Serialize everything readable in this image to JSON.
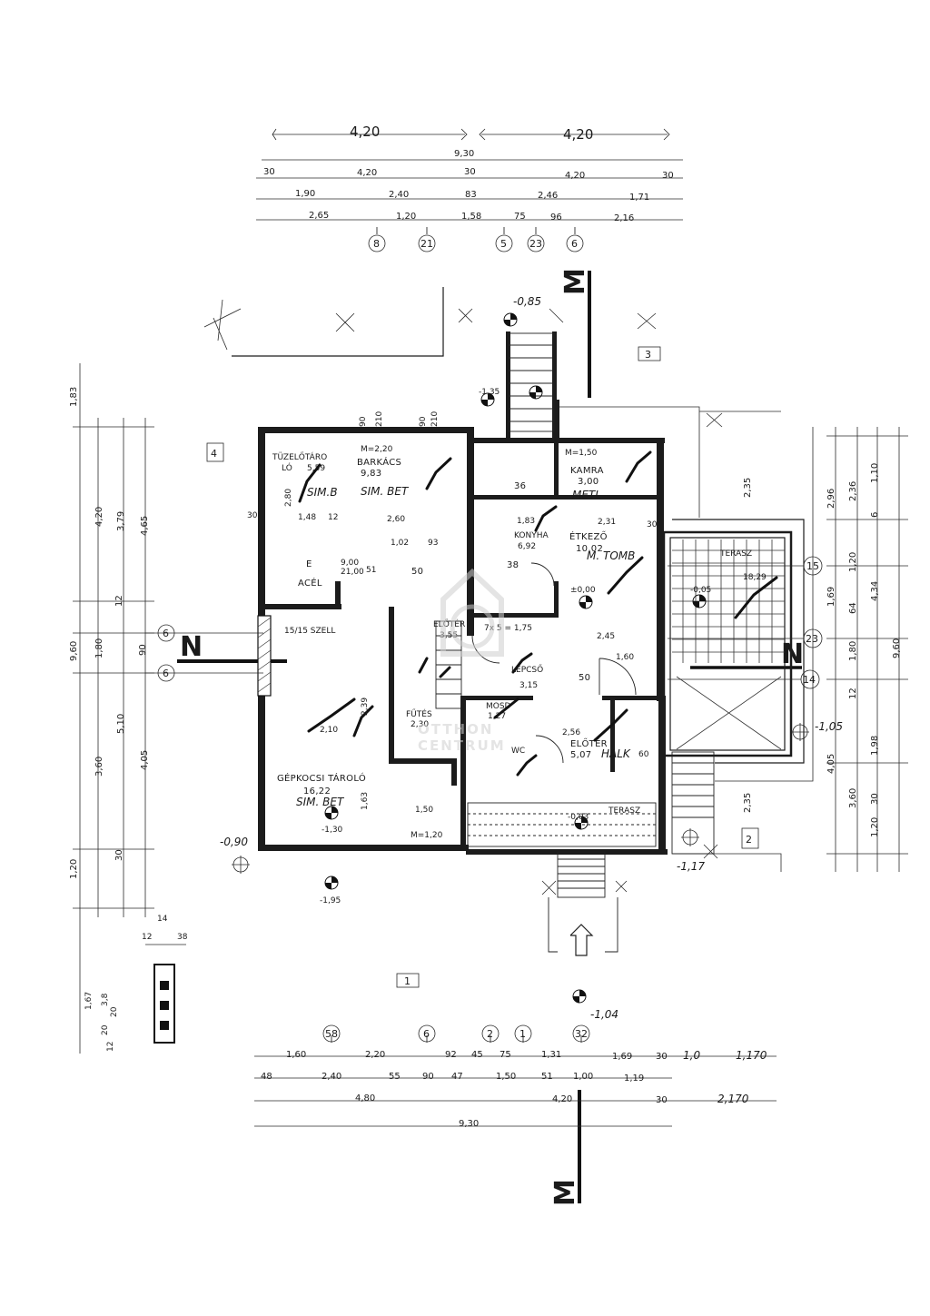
{
  "top_dims": {
    "row0": [
      "4,20",
      "4,20"
    ],
    "row1": [
      "9,30"
    ],
    "row2": [
      "30",
      "4,20",
      "30",
      "4,20",
      "30"
    ],
    "row3": [
      "1,90",
      "2,40",
      "83",
      "2,46",
      "1,71"
    ],
    "row4": [
      "2,65",
      "1,20",
      "1,58",
      "75",
      "96",
      "2,16"
    ],
    "grid": [
      "8",
      "21",
      "5",
      "23",
      "6"
    ]
  },
  "bottom_dims": {
    "grid": [
      "58",
      "6",
      "2",
      "1",
      "32"
    ],
    "row1": [
      "1,60",
      "2,20",
      "92",
      "45",
      "75",
      "1,31",
      "1,69",
      "30",
      "1,0",
      "1,170"
    ],
    "row2": [
      "48",
      "2,40",
      "55",
      "90",
      "47",
      "1,50",
      "51",
      "1,00",
      "1,19"
    ],
    "row3": [
      "4,80",
      "4,20",
      "30",
      "2,170"
    ],
    "row4": [
      "9,30"
    ]
  },
  "left_dims": [
    "1,83",
    "4,20",
    "3,79",
    "4,65",
    "12",
    "9,60",
    "1,80",
    "90",
    "5,10",
    "3,60",
    "4,05",
    "1,20",
    "30"
  ],
  "right_dims": [
    "2,35",
    "2,96",
    "2,36",
    "1,10",
    "6",
    "1,20",
    "1,69",
    "64",
    "4,34",
    "9,60",
    "1,80",
    "12",
    "3,60",
    "4,05",
    "1,98",
    "30",
    "1,20",
    "2,35"
  ],
  "section_labels": [
    "M",
    "M",
    "N",
    "N"
  ],
  "axis_bubbles": [
    "15",
    "23",
    "14",
    "6",
    "6"
  ],
  "frame_tags": [
    "3",
    "4",
    "2",
    "1"
  ],
  "rooms": {
    "tuzelo": [
      "TÜZELŐTÁRO",
      "LÓ",
      "5,59"
    ],
    "barkacs": [
      "M=2,20",
      "BARKÁCS",
      "9,83"
    ],
    "kamra": [
      "M=1,50",
      "KAMRA",
      "3,00"
    ],
    "konyha": [
      "KONYHA",
      "6,92"
    ],
    "etkezo": [
      "ÉTKEZŐ",
      "10,02"
    ],
    "terasz1": [
      "TERASZ",
      "18,29"
    ],
    "acel": [
      "E",
      "ACÉL"
    ],
    "szell": [
      "15/15 SZELL"
    ],
    "eloter1": [
      "ELŐTÉR",
      "3,55"
    ],
    "lepcso": [
      "LÉPCSŐ",
      "3,15"
    ],
    "futes": [
      "FŰTÉS",
      "2,30"
    ],
    "mosd": [
      "MOSD",
      "1,27"
    ],
    "eloter2": [
      "ELŐTÉR",
      "5,07"
    ],
    "wc": [
      "WC"
    ],
    "gepkocsi": [
      "GÉPKOCSI TÁROLÓ",
      "16,22"
    ],
    "terasz2": [
      "TERASZ"
    ]
  },
  "hand_notes": [
    "SIM.B",
    "SIM. BET",
    "SIM. BET",
    "METL",
    "M. TOMB",
    "HALK",
    "-1,17",
    "-1,04",
    "-1,35",
    "-0,85",
    "-0,90",
    "-1,30",
    "-1,95",
    "±0,00",
    "-0,05",
    "-0,03",
    "-1,05"
  ],
  "misc_labels": [
    "2,80",
    "1,48",
    "12",
    "2,60",
    "1,02",
    "93",
    "9,00",
    "21,00",
    "51",
    "50",
    "50",
    "2,45",
    "1,60",
    "2,39",
    "2,10",
    "1,63",
    "1,50",
    "M=1,20",
    "7x 5 = 1,75",
    "2,56",
    "60",
    "90",
    "90",
    "210",
    "210",
    "36",
    "38",
    "1,83",
    "2,31",
    "30",
    "30",
    "14",
    "12",
    "38",
    "20",
    "1,67",
    "3,8",
    "20",
    "12"
  ],
  "watermark": [
    "OTTHON",
    "CENTRUM"
  ]
}
